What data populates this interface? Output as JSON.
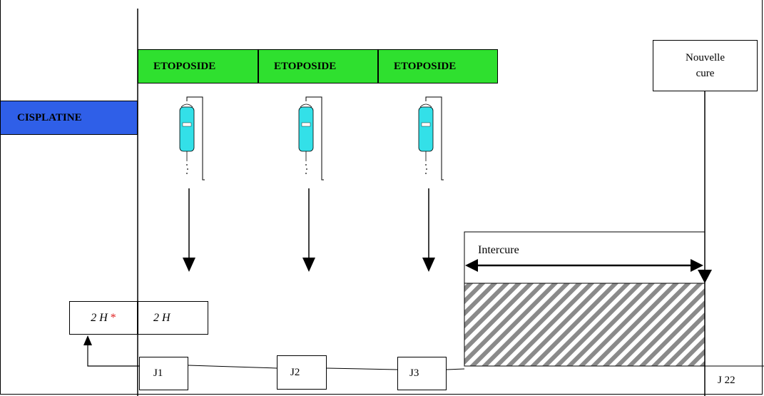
{
  "drugs": {
    "etoposide_1": "ETOPOSIDE",
    "etoposide_2": "ETOPOSIDE",
    "etoposide_3": "ETOPOSIDE",
    "cisplatine": "CISPLATINE"
  },
  "colors": {
    "etoposide": "#2fe02f",
    "cisplatine": "#2f5fe8",
    "infusion_bag": "#33e0e8",
    "star": "#e02020"
  },
  "nouvelle_cure": {
    "line1": "Nouvelle",
    "line2": "cure"
  },
  "intercure": "Intercure",
  "durations": {
    "cisplatine": "2 H",
    "star": "*",
    "etoposide": "2 H"
  },
  "days": {
    "j1": "J1",
    "j2": "J2",
    "j3": "J3",
    "j22": "J 22"
  }
}
